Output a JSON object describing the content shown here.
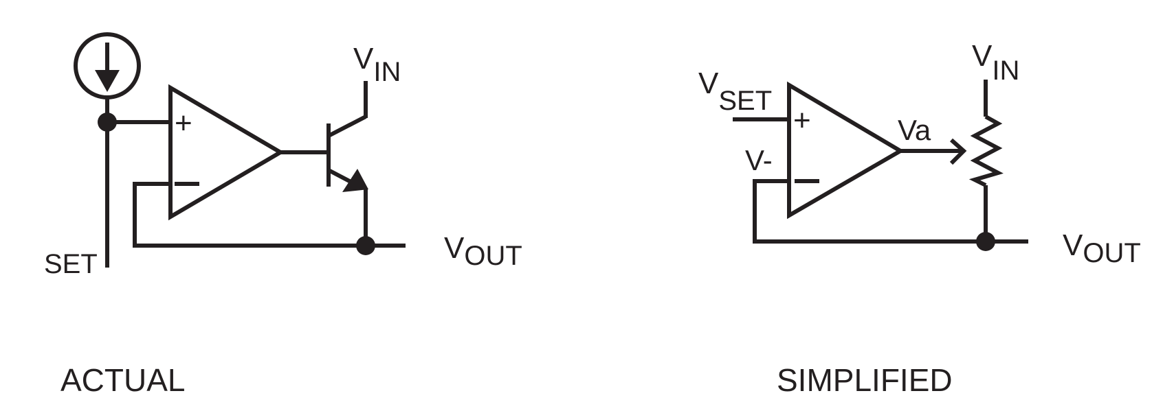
{
  "colors": {
    "ink": "#231f20",
    "background": "#ffffff"
  },
  "actual": {
    "caption": "ACTUAL",
    "set_label": "SET",
    "vin_main": "V",
    "vin_sub": "IN",
    "vout_main": "V",
    "vout_sub": "OUT",
    "plus_sign": "+",
    "current_source_icon": "current-source-arrow-icon"
  },
  "simplified": {
    "caption": "SIMPLIFIED",
    "vset_main": "V",
    "vset_sub": "SET",
    "vminus_label": "V-",
    "va_label": "Va",
    "vin_main": "V",
    "vin_sub": "IN",
    "vout_main": "V",
    "vout_sub": "OUT",
    "plus_sign": "+"
  }
}
